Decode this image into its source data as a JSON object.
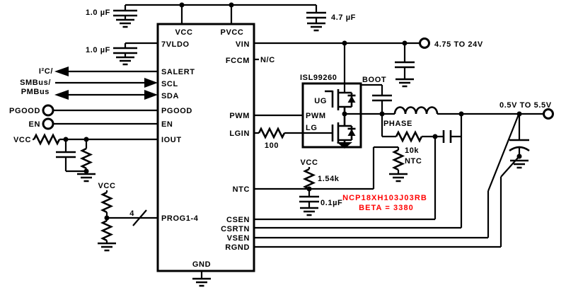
{
  "ic": {
    "pins": {
      "vcc": "VCC",
      "pvcc": "PVCC",
      "vldo7": "7VLDO",
      "salert": "SALERT",
      "scl": "SCL",
      "sda": "SDA",
      "pgood": "PGOOD",
      "en": "EN",
      "iout": "IOUT",
      "prog14": "PROG1-4",
      "gnd": "GND",
      "vin": "VIN",
      "fccm": "FCCM",
      "pwm": "PWM",
      "lgin": "LGIN",
      "ntc": "NTC",
      "csen": "CSEN",
      "csrtn": "CSRTN",
      "vsen": "VSEN",
      "rgnd": "RGND"
    }
  },
  "driver": {
    "part": "ISL99260",
    "pins": {
      "ug": "UG",
      "pwm": "PWM",
      "lg": "LG",
      "boot": "BOOT"
    }
  },
  "labels": {
    "bus_line1": "I²C/",
    "bus_line2": "SMBus/",
    "bus_line3": "PMBus",
    "pgood_terminal": "PGOOD",
    "en_terminal": "EN",
    "vcc_iout": "VCC",
    "vcc_prog": "VCC",
    "vcc_ntc": "VCC",
    "nc": "N/C",
    "phase": "PHASE",
    "vin_range": "4.75 TO 24V",
    "vout_range": "0.5V TO 5.5V",
    "prog_bus_width": "4"
  },
  "components": {
    "c_vcc": {
      "value": "1.0 µF"
    },
    "c_vldo": {
      "value": "1.0 µF"
    },
    "c_pvcc": {
      "value": "4.7 µF"
    },
    "r_lgin": {
      "value": "100"
    },
    "r_ntc_pullup": {
      "value": "1.54k"
    },
    "c_ntc_filter": {
      "value": "0.1µF"
    },
    "ntc_thermistor": {
      "value": "10k",
      "label": "NTC",
      "part": "NCP18XH103J03RB",
      "beta": "BETA = 3380"
    }
  },
  "colors": {
    "wire": "#000000",
    "annotation_red": "#ff0000",
    "background": "#ffffff"
  }
}
